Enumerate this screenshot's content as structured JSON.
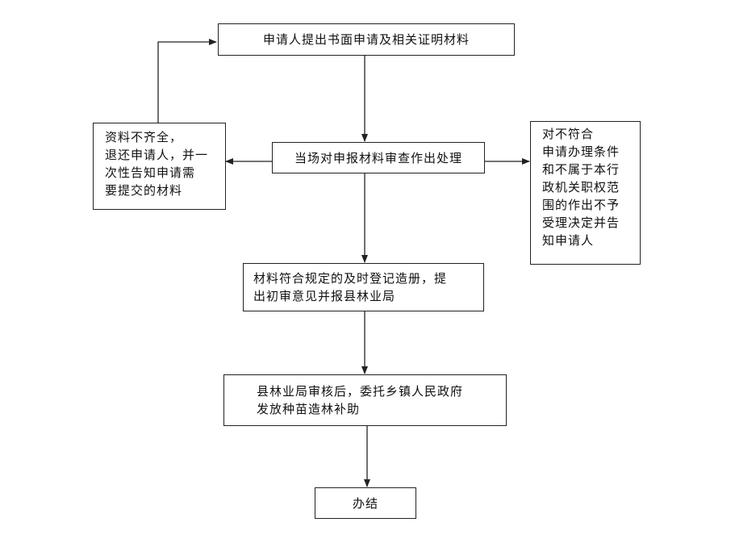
{
  "flowchart": {
    "step_submit": "申请人提出书面申请及相关证明材料",
    "step_review": "当场对申报材料审查作出处理",
    "step_incomplete": "资料不齐全，\n退还申请人，并一\n次性告知申请需\n要提交的材料",
    "step_reject": "对不符合\n申请办理条件\n和不属于本行\n政机关职权范\n围的作出不予\n受理决定并告\n知申请人",
    "step_register": "材料符合规定的及时登记造册，提\n出初审意见并报县林业局",
    "step_county": "县林业局审核后，委托乡镇人民政府\n发放种苗造林补助",
    "step_done": "办结"
  }
}
